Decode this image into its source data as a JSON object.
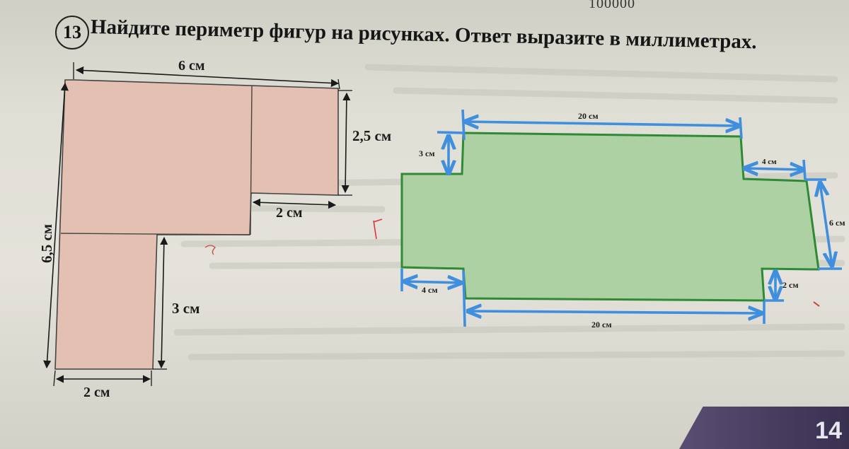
{
  "header": {
    "top_number": "100000",
    "task_number": "13",
    "task_text": "Найдите периметр фигур на рисунках. Ответ выразите в миллиметрах."
  },
  "figure_left": {
    "dim_top": "6 см",
    "dim_right_top": "2,5 см",
    "dim_step": "2 см",
    "dim_left": "6,5 см",
    "dim_leg": "3 см",
    "dim_bottom": "2 см"
  },
  "figure_right": {
    "dim_top": "20 см",
    "dim_left_notch": "3 см",
    "dim_right_notch": "4 см",
    "dim_right": "6 см",
    "dim_left_bottom": "4 см",
    "dim_right_bottom": "2 см",
    "dim_bottom": "20 см"
  },
  "footer": {
    "page_number": "14"
  },
  "colors": {
    "left_fill": "#e3c0b1",
    "right_fill": "#aed1a4",
    "right_outline": "#2e8a34",
    "dimension_blue": "#3f8fde"
  }
}
